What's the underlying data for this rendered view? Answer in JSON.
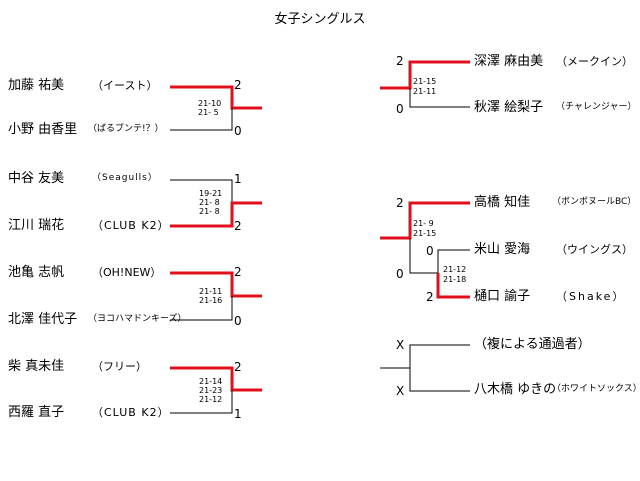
{
  "title": "女子シングルス",
  "colors": {
    "winner_line": "#e0101c",
    "line": "#000000"
  },
  "left_matches": [
    {
      "top": {
        "name": "加藤 祐美",
        "team": "（イースト）",
        "score": "2"
      },
      "bottom": {
        "name": "小野 由香里",
        "team": "（ばるブンテ!？）",
        "score": "0"
      },
      "sets": [
        "21-10",
        "21- 5"
      ],
      "winner": "top"
    },
    {
      "top": {
        "name": "中谷 友美",
        "team": "（Seagulls）",
        "score": "1"
      },
      "bottom": {
        "name": "江川 瑞花",
        "team": "（CLUB K2）",
        "score": "2"
      },
      "sets": [
        "19-21",
        "21- 8",
        "21- 8"
      ],
      "winner": "bottom"
    },
    {
      "top": {
        "name": "池亀 志帆",
        "team": "（OH!NEW）",
        "score": "2"
      },
      "bottom": {
        "name": "北澤 佳代子",
        "team": "（ヨコハマドンキーズ）",
        "score": "0"
      },
      "sets": [
        "21-11",
        "21-16"
      ],
      "winner": "top"
    },
    {
      "top": {
        "name": "柴 真未佳",
        "team": "（フリー）",
        "score": "2"
      },
      "bottom": {
        "name": "西羅 直子",
        "team": "（CLUB K2）",
        "score": "1"
      },
      "sets": [
        "21-14",
        "21-23",
        "21-12"
      ],
      "winner": "top"
    }
  ],
  "right_match_1": {
    "top": {
      "name": "深澤 麻由美",
      "team": "（メークイン）",
      "score": "2"
    },
    "bottom": {
      "name": "秋澤 絵梨子",
      "team": "（チャレンジャー）",
      "score": "0"
    },
    "sets": [
      "21-15",
      "21-11"
    ],
    "winner": "top"
  },
  "right_match_2": {
    "top": {
      "name": "高橋 知佳",
      "team": "（ボンボヌールBC）",
      "score": "2"
    },
    "bottom_score": "0",
    "sets": [
      "21- 9",
      "21-15"
    ],
    "winner": "top",
    "sub_match": {
      "top": {
        "name": "米山 愛海",
        "team": "（ウイングス）",
        "score": "0"
      },
      "bottom": {
        "name": "樋口 諭子",
        "team": "（Shake）",
        "score": "2"
      },
      "sets": [
        "21-12",
        "21-18"
      ],
      "winner": "bottom"
    }
  },
  "right_match_3": {
    "top": {
      "name": "（複による通過者）",
      "score": "X"
    },
    "bottom": {
      "name": "八木橋 ゆきの",
      "team": "（ホワイトソックス）",
      "score": "X"
    }
  }
}
